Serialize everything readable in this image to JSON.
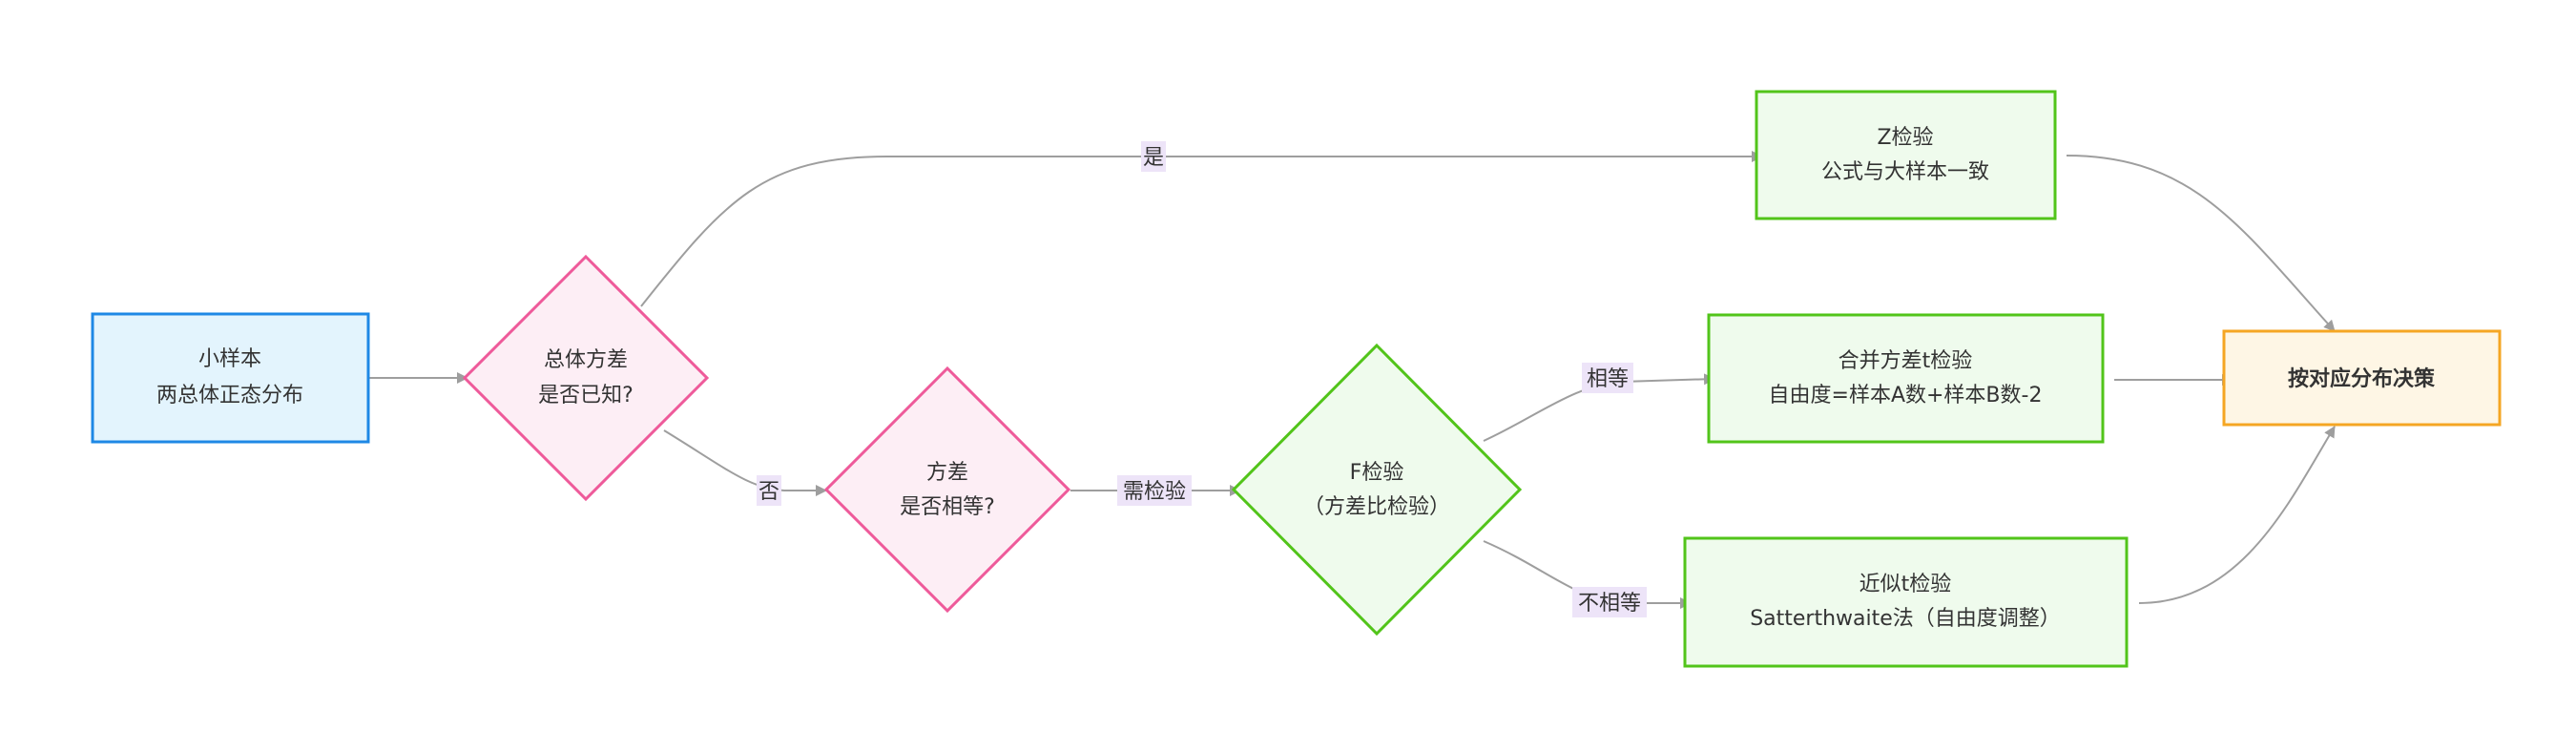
{
  "nodes": {
    "start": {
      "line1": "小样本",
      "line2": "两总体正态分布"
    },
    "known_var": {
      "line1": "总体方差",
      "line2": "是否已知?"
    },
    "equal_var": {
      "line1": "方差",
      "line2": "是否相等?"
    },
    "f_test": {
      "line1": "F检验",
      "line2": "（方差比检验）"
    },
    "z_test": {
      "line1": "Z检验",
      "line2": "公式与大样本一致"
    },
    "pooled_t": {
      "line1": "合并方差t检验",
      "line2": "自由度=样本A数+样本B数-2"
    },
    "approx_t": {
      "line1": "近似t检验",
      "line2": "Satterthwaite法（自由度调整）"
    },
    "decision": {
      "line1": "按对应分布决策"
    }
  },
  "edges": {
    "yes": "是",
    "no": "否",
    "need_test": "需检验",
    "equal": "相等",
    "not_equal": "不相等"
  },
  "colors": {
    "start_fill": "#e3f4fd",
    "start_stroke": "#1e88e5",
    "diamond_pink_fill": "#fdeef5",
    "diamond_pink_stroke": "#ee5a9a",
    "green_fill": "#effbed",
    "green_stroke": "#52c41a",
    "decision_fill": "#fef6e5",
    "decision_stroke": "#f5a623",
    "edge": "#9e9e9e",
    "label_bg": "#ede4f8"
  }
}
